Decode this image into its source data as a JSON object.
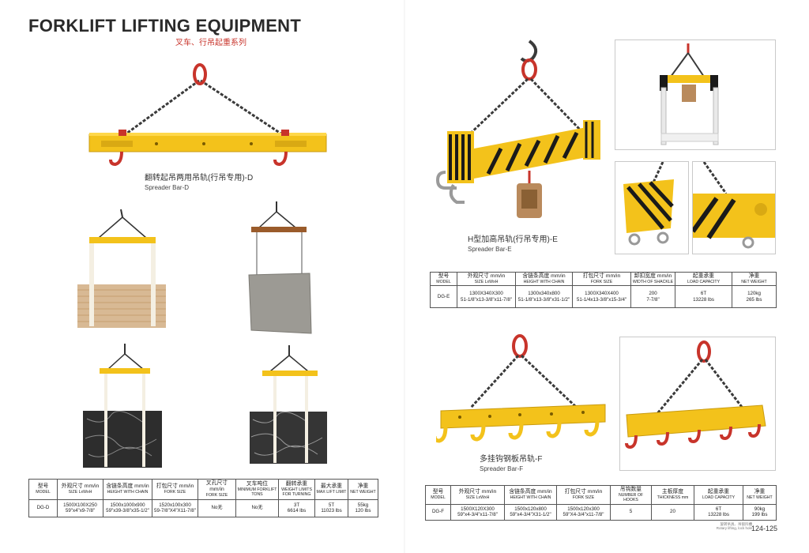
{
  "header": {
    "title": "FORKLIFT LIFTING EQUIPMENT",
    "subtitle": "叉车、行吊起重系列"
  },
  "colors": {
    "yellow": "#f3c21b",
    "red": "#c8342b",
    "chain": "#3a3a3a",
    "black": "#1a1a1a"
  },
  "products": {
    "d": {
      "name_zh": "翻转起吊两用吊轨(行吊专用)-D",
      "name_en": "Spreader Bar-D"
    },
    "e": {
      "name_zh": "H型加高吊轨(行吊专用)-E",
      "name_en": "Spreader Bar-E"
    },
    "f": {
      "name_zh": "多挂钩钢板吊轨-F",
      "name_en": "Spreader Bar-F"
    }
  },
  "table_d": {
    "headers": [
      {
        "zh": "型号",
        "en": "MODEL"
      },
      {
        "zh": "外观尺寸 mm/in",
        "en": "SIZE LxWxH"
      },
      {
        "zh": "含链条高度 mm/in",
        "en": "HEIGHT WITH CHAIN"
      },
      {
        "zh": "打包尺寸 mm/in",
        "en": "FORK SIZE"
      },
      {
        "zh": "叉孔尺寸 mm/in",
        "en": "FORK SIZE"
      },
      {
        "zh": "叉车吨位",
        "en": "MINIMUM FORKLIFT TONS"
      },
      {
        "zh": "翻转承重",
        "en": "WEIGHT LIMITS FOR TURNING"
      },
      {
        "zh": "最大承重",
        "en": "MAX LIFT LIMIT"
      },
      {
        "zh": "净重",
        "en": "NET WEIGHT"
      }
    ],
    "row": [
      "DG-D",
      "1500X100X250\n59\"x4\"x9-7/8\"",
      "1500x1000x900\n59\"x39-3/8\"x35-1/2\"",
      "1520x100x300\n59-7/8\"X4\"X11-7/8\"",
      "No无",
      "No无",
      "3T\n6614 lbs",
      "5T\n11023 lbs",
      "55kg\n120 lbs"
    ]
  },
  "table_e": {
    "headers": [
      {
        "zh": "型号",
        "en": "MODEL"
      },
      {
        "zh": "外观尺寸 mm/in",
        "en": "SIZE LxWxH"
      },
      {
        "zh": "含链条高度 mm/in",
        "en": "HEIGHT WITH CHAIN"
      },
      {
        "zh": "打包尺寸 mm/in",
        "en": "FORK SIZE"
      },
      {
        "zh": "卸扣宽度 mm/in",
        "en": "WIDTH OF SHACKLE"
      },
      {
        "zh": "起重承重",
        "en": "LOAD CAPACITY"
      },
      {
        "zh": "净重",
        "en": "NET WEIGHT"
      }
    ],
    "row": [
      "DG-E",
      "1300X340X300\n51-1/8\"x13-3/8\"x11-7/8\"",
      "1300x340x800\n51-1/8\"x13-3/8\"x31-1/2\"",
      "1300X340X400\n51-1/4x13-3/8\"x15-3/4\"",
      "200\n7-7/8\"",
      "6T\n13228 lbs",
      "120kg\n265 lbs"
    ]
  },
  "table_f": {
    "headers": [
      {
        "zh": "型号",
        "en": "MODEL"
      },
      {
        "zh": "外观尺寸 mm/in",
        "en": "SIZE LxWxH"
      },
      {
        "zh": "含链条高度 mm/in",
        "en": "HEIGHT WITH CHAIN"
      },
      {
        "zh": "打包尺寸 mm/in",
        "en": "FORK SIZE"
      },
      {
        "zh": "吊钩数量",
        "en": "NUMBER OF HOOKS"
      },
      {
        "zh": "主板厚度",
        "en": "THICKNESS mm"
      },
      {
        "zh": "起重承重",
        "en": "LOAD CAPACITY"
      },
      {
        "zh": "净重",
        "en": "NET WEIGHT"
      }
    ],
    "row": [
      "DG-F",
      "1500X120X300\n59\"x4-3/4\"x11-7/8\"",
      "1500x120x800\n59\"x4-3/4\"X31-1/2\"",
      "1500x120x300\n59\"X4-3/4\"x11-7/8\"",
      "5",
      "20",
      "6T\n13228 lbs",
      "90kg\n199 lbs"
    ]
  },
  "footer": {
    "page_range": "124-125",
    "small_note": "旋转吊具、吊锁凹槽\nRotary lifting, lock hole"
  }
}
